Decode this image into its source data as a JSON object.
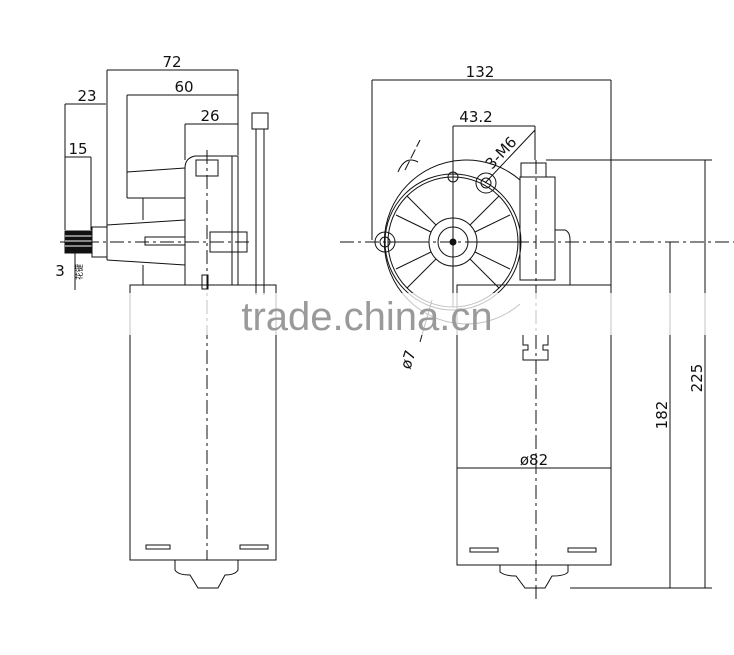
{
  "drawing": {
    "side_view": {
      "dims": {
        "overall_width": "72",
        "gearbox_width": "60",
        "shaft_extension": "23",
        "mount_width": "26",
        "spline_length": "15",
        "spline_label": "3",
        "spline_note": "花键"
      }
    },
    "front_view": {
      "dims": {
        "overall_width": "132",
        "hole_offset": "43.2",
        "thread_spec": "3-M6",
        "hole_diameter": "ø7",
        "motor_diameter": "ø82",
        "shaft_height": "182",
        "overall_height": "225"
      }
    }
  },
  "watermark": "trade.china.cn",
  "colors": {
    "line": "#111111",
    "watermark": "#9a9a9a"
  }
}
